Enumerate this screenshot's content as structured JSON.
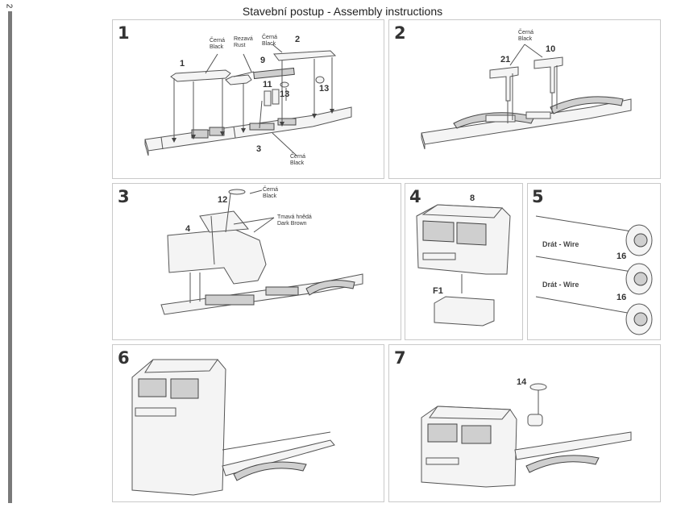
{
  "page_number": "2",
  "title": "Stavební postup - Assembly instructions",
  "steps": [
    {
      "number": "1",
      "callouts": {
        "black_a": "Černá\nBlack",
        "rust": "Rezavá\nRust",
        "black_b": "Černá\nBlack",
        "black_c": "Černá\nBlack"
      },
      "parts": [
        "1",
        "9",
        "2",
        "11",
        "13",
        "13",
        "3"
      ]
    },
    {
      "number": "2",
      "callouts": {
        "black": "Černá\nBlack"
      },
      "parts": [
        "21",
        "10"
      ]
    },
    {
      "number": "3",
      "callouts": {
        "black": "Černá\nBlack",
        "brown": "Tmavá hnědá\nDark Brown"
      },
      "parts": [
        "12",
        "4"
      ]
    },
    {
      "number": "4",
      "parts": [
        "8",
        "F1"
      ]
    },
    {
      "number": "5",
      "wire_labels": [
        "Drát - Wire",
        "Drát - Wire"
      ],
      "parts": [
        "16",
        "16"
      ]
    },
    {
      "number": "6"
    },
    {
      "number": "7",
      "parts": [
        "14"
      ]
    }
  ]
}
